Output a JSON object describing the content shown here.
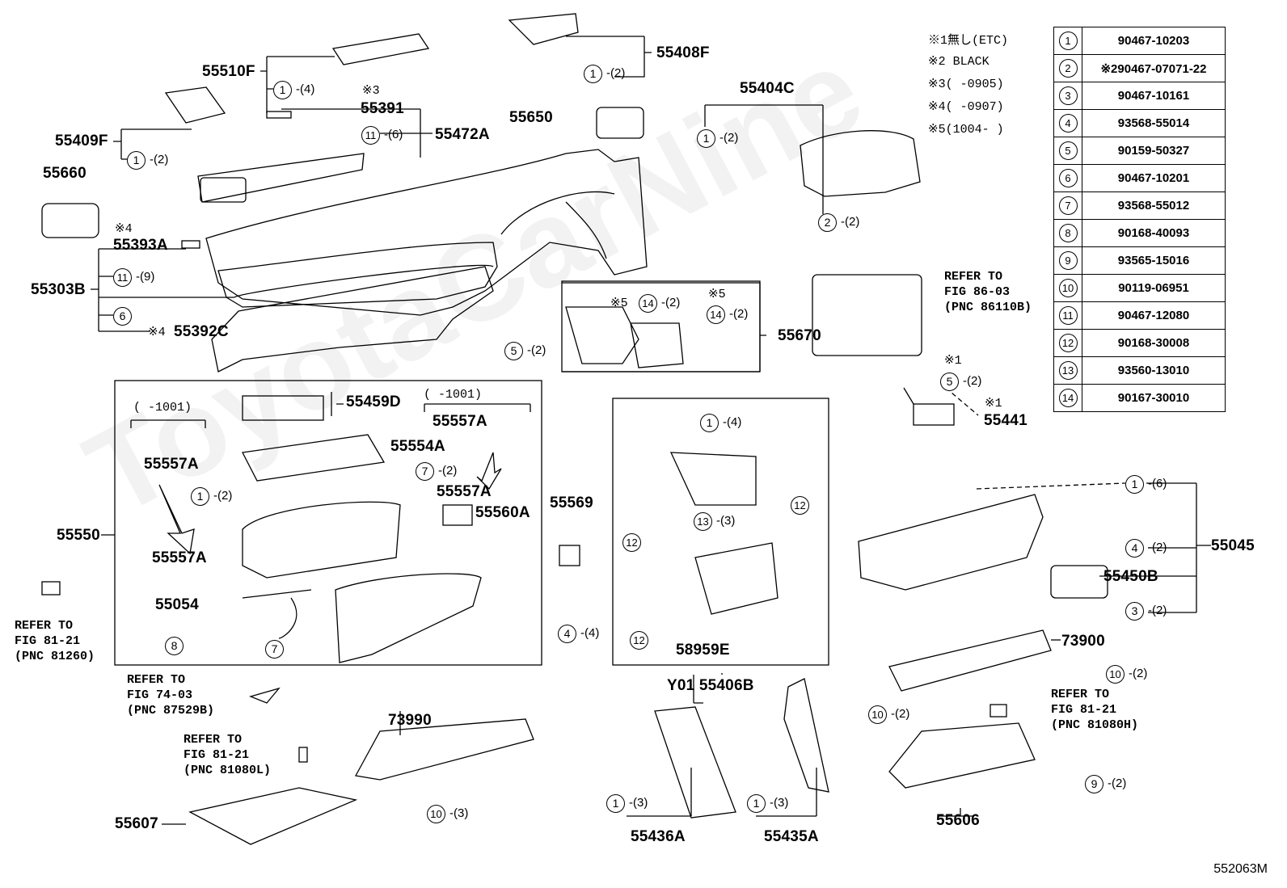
{
  "diagram_id": "552063M",
  "watermark": "ToyotaCarNine",
  "notes": [
    {
      "mark": "※1",
      "text": "無し(ETC)"
    },
    {
      "mark": "※2",
      "text": "BLACK"
    },
    {
      "mark": "※3",
      "text": "(    -0905)"
    },
    {
      "mark": "※4",
      "text": "(    -0907)"
    },
    {
      "mark": "※5",
      "text": "(1004-      )"
    }
  ],
  "legend": [
    {
      "num": "1",
      "part": "90467-10203"
    },
    {
      "num": "2",
      "part": "※290467-07071-22"
    },
    {
      "num": "3",
      "part": "90467-10161"
    },
    {
      "num": "4",
      "part": "93568-55014"
    },
    {
      "num": "5",
      "part": "90159-50327"
    },
    {
      "num": "6",
      "part": "90467-10201"
    },
    {
      "num": "7",
      "part": "93568-55012"
    },
    {
      "num": "8",
      "part": "90168-40093"
    },
    {
      "num": "9",
      "part": "93565-15016"
    },
    {
      "num": "10",
      "part": "90119-06951"
    },
    {
      "num": "11",
      "part": "90467-12080"
    },
    {
      "num": "12",
      "part": "90168-30008"
    },
    {
      "num": "13",
      "part": "93560-13010"
    },
    {
      "num": "14",
      "part": "90167-30010"
    }
  ],
  "parts": {
    "p55510F": "55510F",
    "p55408F": "55408F",
    "p55391": "55391",
    "p55472A": "55472A",
    "p55409F": "55409F",
    "p55650": "55650",
    "p55404C": "55404C",
    "p55660": "55660",
    "p55393A": "55393A",
    "p55303B": "55303B",
    "p55392C": "55392C",
    "p55670": "55670",
    "p55459D": "55459D",
    "p55557A_1": "55557A",
    "p55557A_2": "55557A",
    "p55557A_3": "55557A",
    "p55557A_4": "55557A",
    "p55554A": "55554A",
    "p55560A": "55560A",
    "p55569": "55569",
    "p55550": "55550",
    "p55054": "55054",
    "p55441": "55441",
    "p55045": "55045",
    "p55450B": "55450B",
    "p58959E": "58959E",
    "p55406B": "Y01 55406B",
    "p73900": "73900",
    "p73990": "73990",
    "p55607": "55607",
    "p55436A": "55436A",
    "p55435A": "55435A",
    "p55606": "55606"
  },
  "marks": {
    "m3": "※3",
    "m4a": "※4",
    "m4b": "※4",
    "m5a": "※5",
    "m5b": "※5",
    "m1a": "※1",
    "m1b": "※1"
  },
  "date_ranges": {
    "r1": "(    -1001)",
    "r2": "(    -1001)"
  },
  "refs": {
    "ref1": "REFER TO\nFIG 86-03\n(PNC 86110B)",
    "ref2": "REFER TO\nFIG 81-21\n(PNC 81260)",
    "ref3": "REFER TO\nFIG 74-03\n(PNC 87529B)",
    "ref4": "REFER TO\nFIG 81-21\n(PNC 81080L)",
    "ref5": "REFER TO\nFIG 81-21\n(PNC 81080H)"
  },
  "callouts": [
    {
      "id": "c1",
      "num": "1",
      "qty": "-(4)"
    },
    {
      "id": "c2",
      "num": "1",
      "qty": "-(2)"
    },
    {
      "id": "c3",
      "num": "11",
      "qty": "-(6)"
    },
    {
      "id": "c4",
      "num": "1",
      "qty": "-(2)"
    },
    {
      "id": "c5",
      "num": "1",
      "qty": "-(2)"
    },
    {
      "id": "c6",
      "num": "11",
      "qty": "-(9)"
    },
    {
      "id": "c7",
      "num": "6",
      "qty": ""
    },
    {
      "id": "c8",
      "num": "2",
      "qty": "-(2)"
    },
    {
      "id": "c9",
      "num": "14",
      "qty": "-(2)"
    },
    {
      "id": "c10",
      "num": "14",
      "qty": "-(2)"
    },
    {
      "id": "c11",
      "num": "5",
      "qty": "-(2)"
    },
    {
      "id": "c12",
      "num": "5",
      "qty": "-(2)"
    },
    {
      "id": "c13",
      "num": "1",
      "qty": "-(4)"
    },
    {
      "id": "c14",
      "num": "13",
      "qty": "-(3)"
    },
    {
      "id": "c15",
      "num": "12",
      "qty": ""
    },
    {
      "id": "c16",
      "num": "12",
      "qty": ""
    },
    {
      "id": "c17",
      "num": "12",
      "qty": ""
    },
    {
      "id": "c18",
      "num": "1",
      "qty": "-(2)"
    },
    {
      "id": "c19",
      "num": "7",
      "qty": "-(2)"
    },
    {
      "id": "c20",
      "num": "4",
      "qty": "-(4)"
    },
    {
      "id": "c21",
      "num": "8",
      "qty": ""
    },
    {
      "id": "c22",
      "num": "7",
      "qty": ""
    },
    {
      "id": "c23",
      "num": "1",
      "qty": "-(6)"
    },
    {
      "id": "c24",
      "num": "4",
      "qty": "-(2)"
    },
    {
      "id": "c25",
      "num": "3",
      "qty": "-(2)"
    },
    {
      "id": "c26",
      "num": "10",
      "qty": "-(2)"
    },
    {
      "id": "c27",
      "num": "10",
      "qty": "-(2)"
    },
    {
      "id": "c28",
      "num": "9",
      "qty": "-(2)"
    },
    {
      "id": "c29",
      "num": "10",
      "qty": "-(3)"
    },
    {
      "id": "c30",
      "num": "1",
      "qty": "-(3)"
    },
    {
      "id": "c31",
      "num": "1",
      "qty": "-(3)"
    }
  ]
}
